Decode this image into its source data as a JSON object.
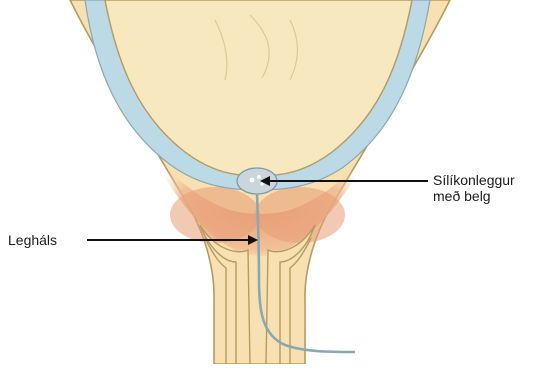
{
  "labels": {
    "catheter_line1": "Sílíkonleggur",
    "catheter_line2": "með belg",
    "cervix": "Legháls"
  },
  "colors": {
    "uterus_fill": "#f7e1b3",
    "uterus_outline": "#b79a5f",
    "membrane": "#bcd9e6",
    "tissue_pink": "#e7a077",
    "balloon": "#c9d7dc",
    "arrow": "#111111"
  }
}
